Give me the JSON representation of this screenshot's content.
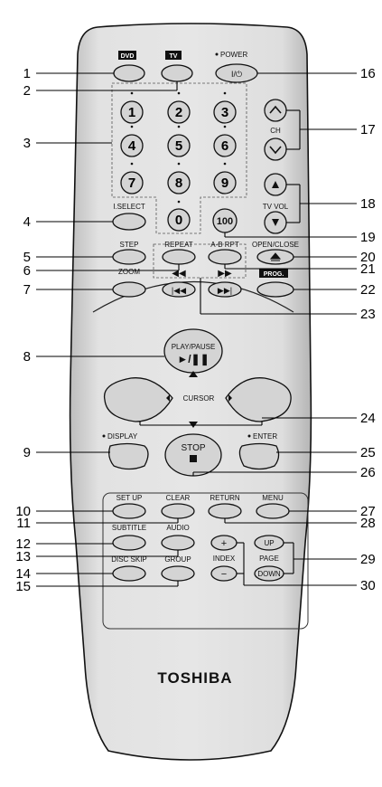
{
  "brand": "TOSHIBA",
  "digits": [
    "1",
    "2",
    "3",
    "4",
    "5",
    "6",
    "7",
    "8",
    "9",
    "0",
    "100"
  ],
  "tags": {
    "dvd": "DVD",
    "tv": "TV",
    "prog": "PROG."
  },
  "labels": {
    "power": "POWER",
    "power_symbol": "I/⏻",
    "ch": "CH",
    "tv_vol": "TV VOL",
    "i_select": "I.SELECT",
    "step": "STEP",
    "repeat": "REPEAT",
    "ab_rpt": "A-B RPT",
    "open_close": "OPEN/CLOSE",
    "zoom": "ZOOM",
    "play_pause": "PLAY/PAUSE",
    "play_pause_symbol": "►/❚❚",
    "cursor": "CURSOR",
    "display": "DISPLAY",
    "stop": "STOP",
    "enter": "ENTER",
    "setup": "SET UP",
    "clear": "CLEAR",
    "return": "RETURN",
    "menu": "MENU",
    "subtitle": "SUBTITLE",
    "audio": "AUDIO",
    "disc_skip": "DISC SKIP",
    "group": "GROUP",
    "index": "INDEX",
    "page": "PAGE",
    "up": "UP",
    "down": "DOWN",
    "plus": "+",
    "minus": "−"
  },
  "callouts": [
    "1",
    "2",
    "3",
    "4",
    "5",
    "6",
    "7",
    "8",
    "9",
    "10",
    "11",
    "12",
    "13",
    "14",
    "15",
    "16",
    "17",
    "18",
    "19",
    "20",
    "21",
    "22",
    "23",
    "24",
    "25",
    "26",
    "27",
    "28",
    "29",
    "30"
  ],
  "colors": {
    "remote_body": "#d9d9d9",
    "button": "#d4d4d4",
    "outline": "#111111"
  }
}
